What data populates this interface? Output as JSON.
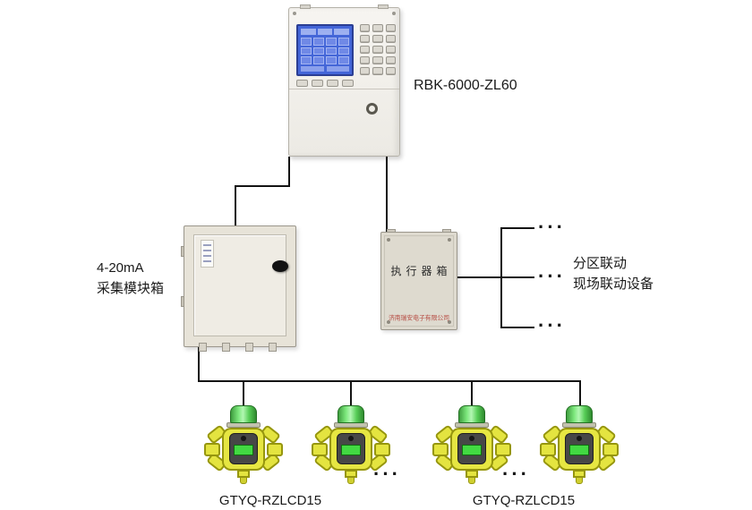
{
  "controller": {
    "model": "RBK-6000-ZL60"
  },
  "collection_box": {
    "label_line1": "4-20mA",
    "label_line2": "采集模块箱"
  },
  "actuator_box": {
    "title": "执行器箱",
    "company": "济南瑞安电子有限公司"
  },
  "linkage": {
    "label_line1": "分区联动",
    "label_line2": "现场联动设备"
  },
  "detectors": {
    "label_left": "GTYQ-RZLCD15",
    "label_right": "GTYQ-RZLCD15"
  },
  "misc": {
    "ellipsis": "···"
  }
}
